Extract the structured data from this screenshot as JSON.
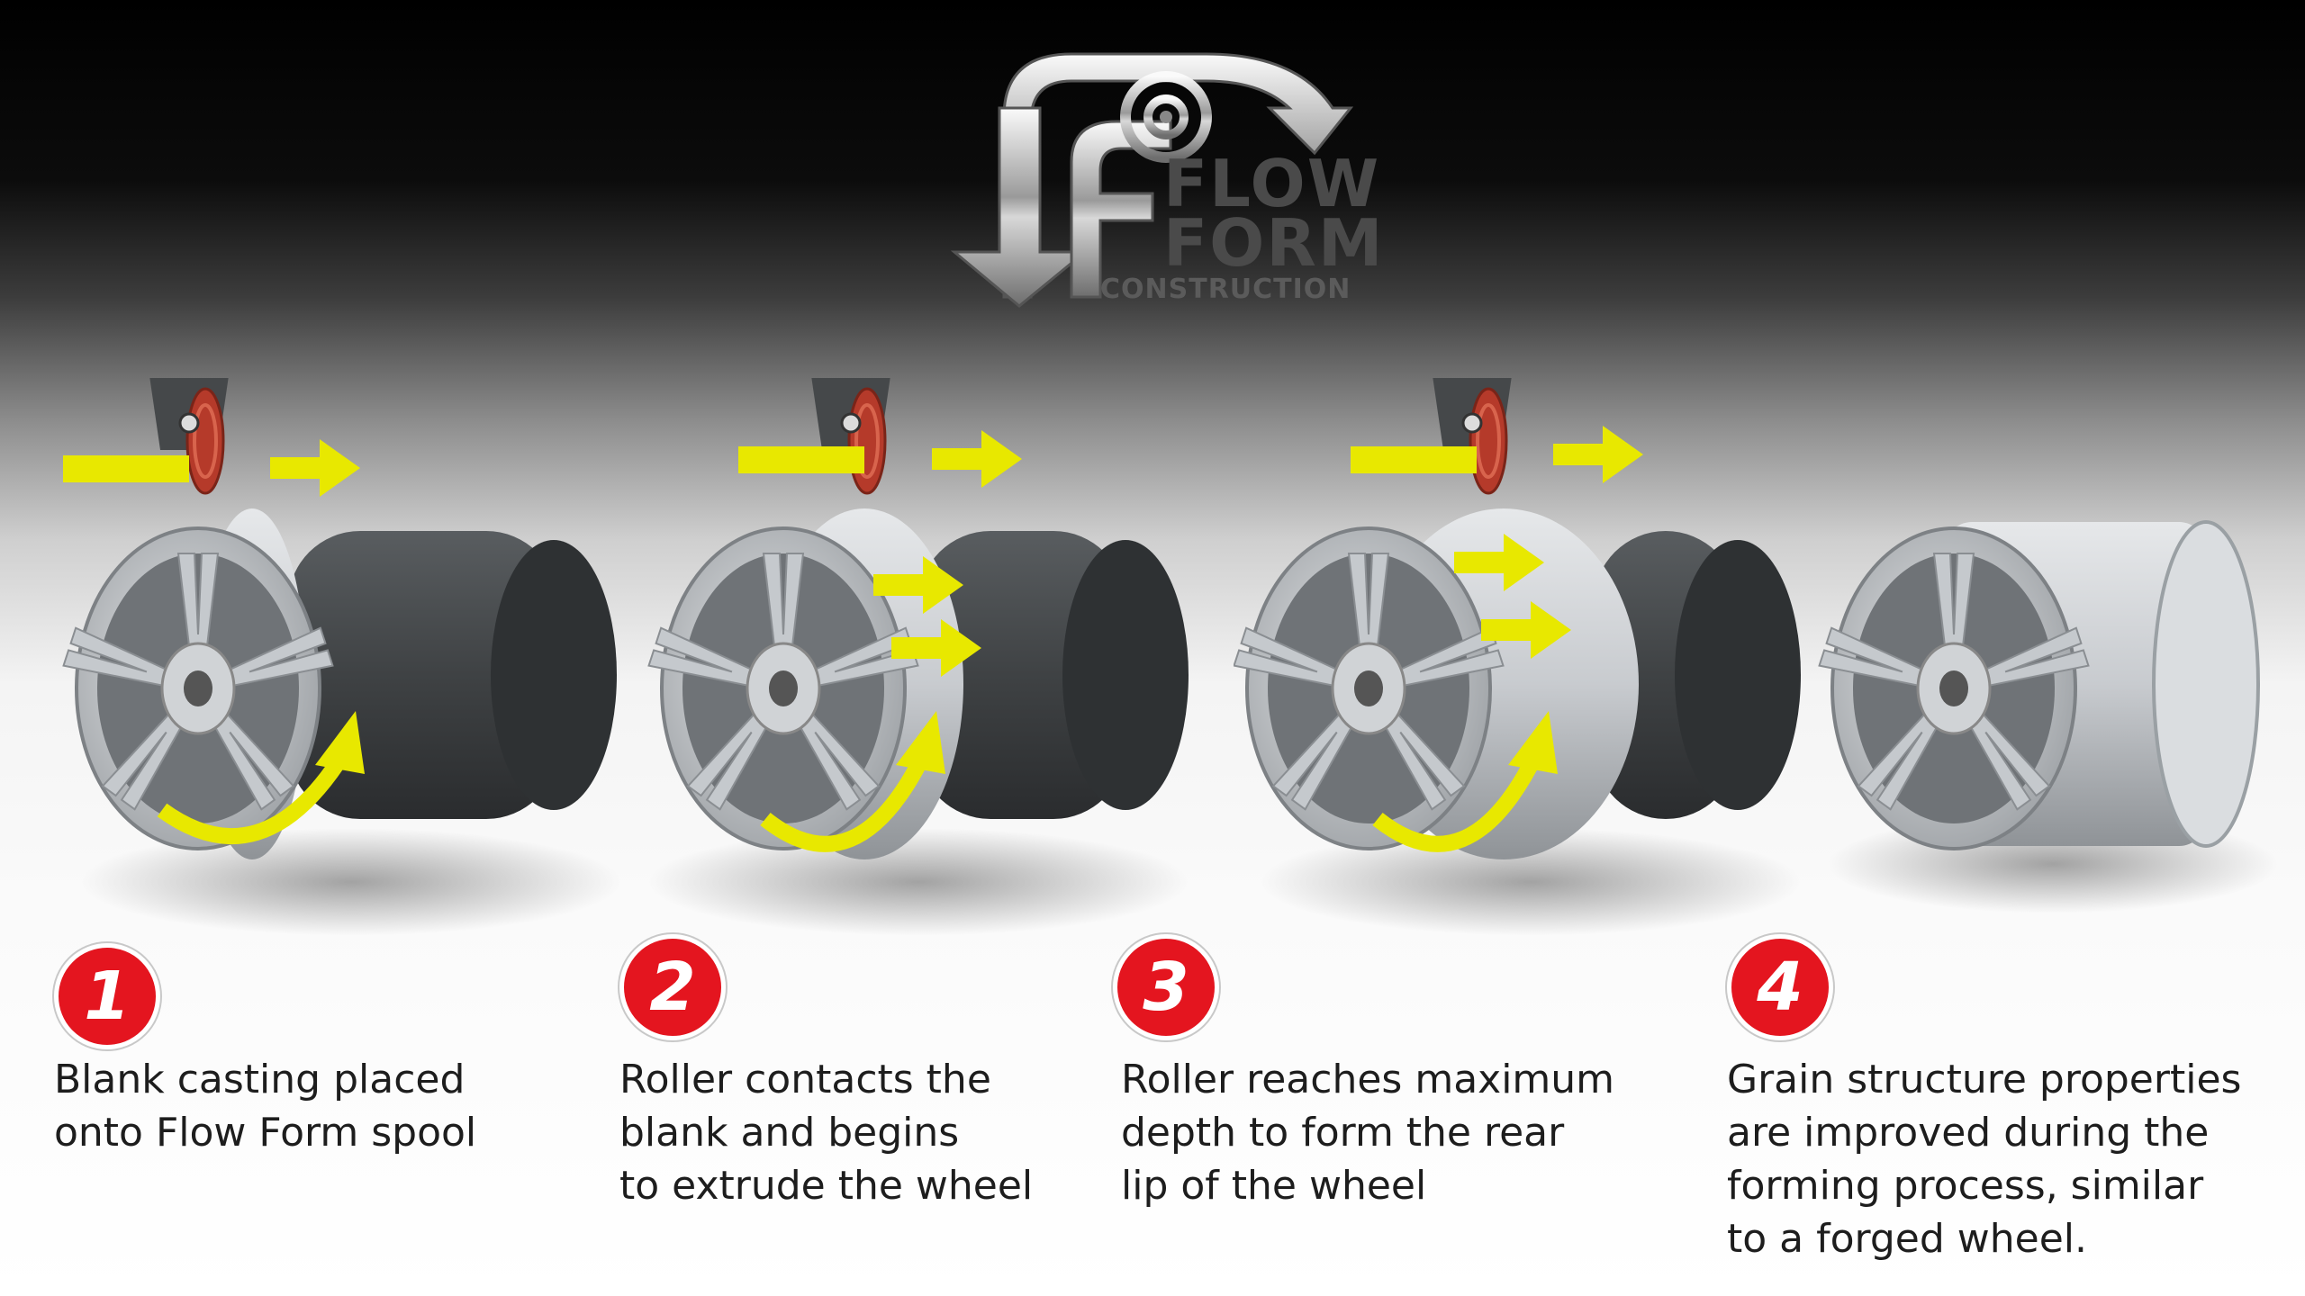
{
  "logo": {
    "line1": "FLOW",
    "line2": "FORM",
    "line3": "CONSTRUCTION"
  },
  "steps": [
    {
      "number": "1",
      "caption": "Blank casting placed\nonto Flow Form spool"
    },
    {
      "number": "2",
      "caption": "Roller contacts the\nblank and begins\nto extrude the wheel"
    },
    {
      "number": "3",
      "caption": "Roller reaches maximum\ndepth to form the rear\nlip of the wheel"
    },
    {
      "number": "4",
      "caption": "Grain structure properties\nare improved during the\nforming process, similar\nto a forged wheel."
    }
  ],
  "colors": {
    "arrow": "#e8e800",
    "badge": "#e4151f",
    "spool": "#3f4244",
    "roller": "#b53a2a",
    "wheel": "#c4c8cc"
  }
}
